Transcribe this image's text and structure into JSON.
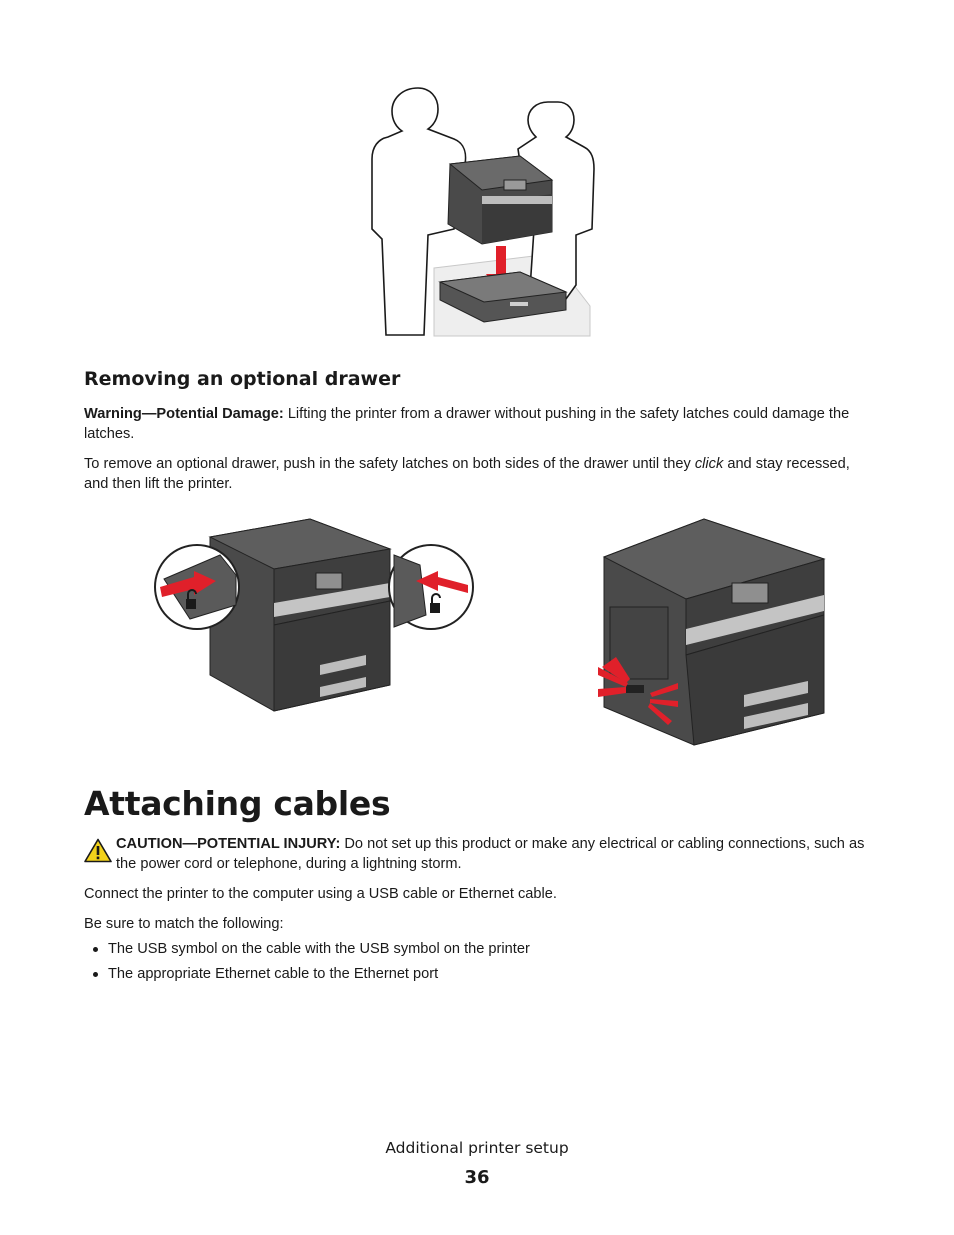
{
  "section_heading": "Removing an optional drawer",
  "warning": {
    "label": "Warning—Potential Damage:",
    "text": "Lifting the printer from a drawer without pushing in the safety latches could damage the latches."
  },
  "instruction": {
    "before": "To remove an optional drawer, push in the safety latches on both sides of the drawer until they",
    "emphasis": "click",
    "after": "and stay recessed, and then lift the printer."
  },
  "chapter_heading": "Attaching cables",
  "caution": {
    "icon": "warning-triangle-icon",
    "label": "CAUTION—POTENTIAL INJURY:",
    "text": "Do not set up this product or make any electrical or cabling connections, such as the power cord or telephone, during a lightning storm."
  },
  "connect_text": "Connect the printer to the computer using a USB cable or Ethernet cable.",
  "match_intro": "Be sure to match the following:",
  "bullets": [
    "The USB symbol on the cable with the USB symbol on the printer",
    "The appropriate Ethernet cable to the Ethernet port"
  ],
  "footer": {
    "title": "Additional printer setup",
    "page_number": "36"
  },
  "colors": {
    "text": "#1a1a1a",
    "printer_dark": "#3a3a3a",
    "arrow_red": "#e0202a",
    "caution_yellow": "#f2d21b"
  }
}
